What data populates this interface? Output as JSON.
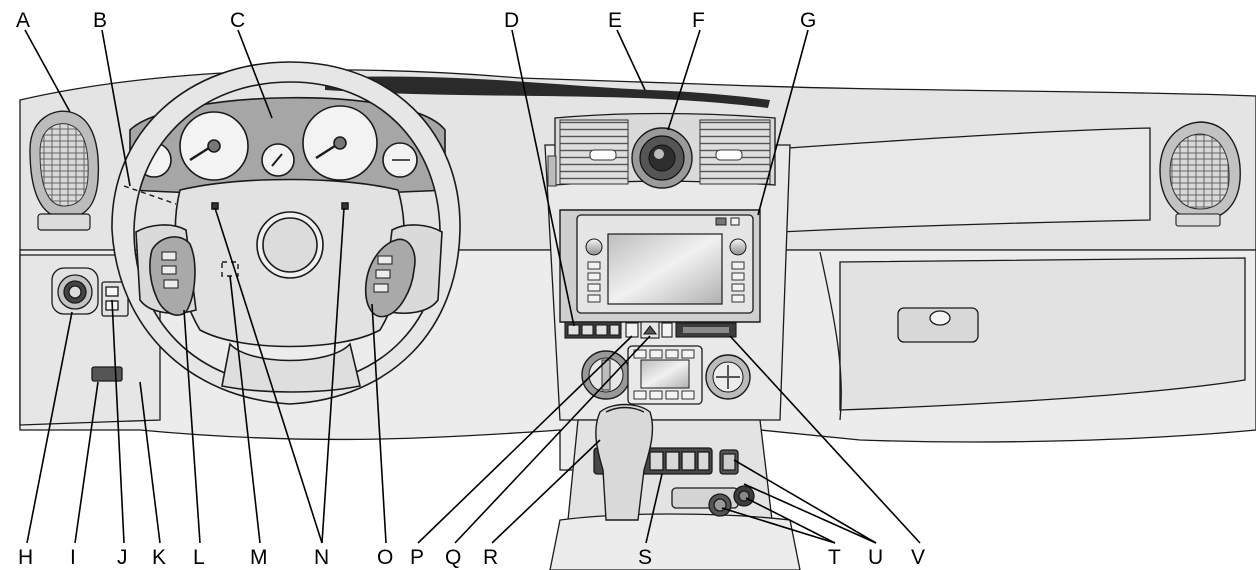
{
  "callouts": {
    "top": [
      "A",
      "B",
      "C",
      "D",
      "E",
      "F",
      "G"
    ],
    "bottom": [
      "H",
      "I",
      "J",
      "K",
      "L",
      "M",
      "N",
      "O",
      "P",
      "Q",
      "R",
      "S",
      "T",
      "U",
      "V"
    ]
  },
  "colors": {
    "line": "#1a1a1a",
    "dash_light": "#ececec",
    "dash_mid": "#d2d2d2",
    "dash_dark": "#9a9a9a",
    "windshield_trim": "#2a2a2a"
  }
}
